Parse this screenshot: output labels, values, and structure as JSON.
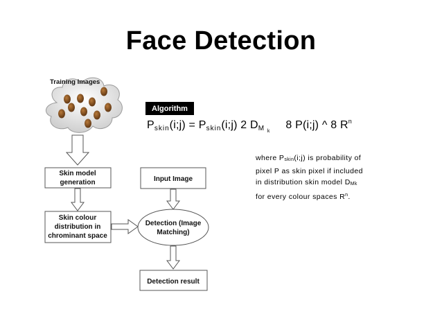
{
  "title": "Face Detection",
  "flow": {
    "training_images": "Training Images",
    "skin_model_line1": "Skin model",
    "skin_model_line2": "generation",
    "skin_colour_line1": "Skin colour",
    "skin_colour_line2": "distribution in",
    "skin_colour_line3": "chrominant space",
    "input_image": "Input Image",
    "detection_line1": "Detection (Image",
    "detection_line2": "Matching)",
    "detection_result": "Detection result"
  },
  "algorithm": {
    "badge": "Algorithm",
    "p": "P",
    "skin_sub": "skin",
    "ij": "(i;j) = ",
    "ij2": "(i;j) 2 D",
    "m_sub": "M",
    "k_sub": "k",
    "rhs": "8 P(i;j) ^ 8 R",
    "n_sup": "n"
  },
  "note": {
    "l1a": "where P",
    "l1sub": "skin",
    "l1b": "(i;j) is probability of",
    "line2": "pixel P as skin pixel if included",
    "l3a": "in distribution skin model D",
    "l3sub": "M",
    "l3subk": "k",
    "l4a": "for every colour spaces R",
    "l4sup": "n",
    "l4b": "."
  }
}
